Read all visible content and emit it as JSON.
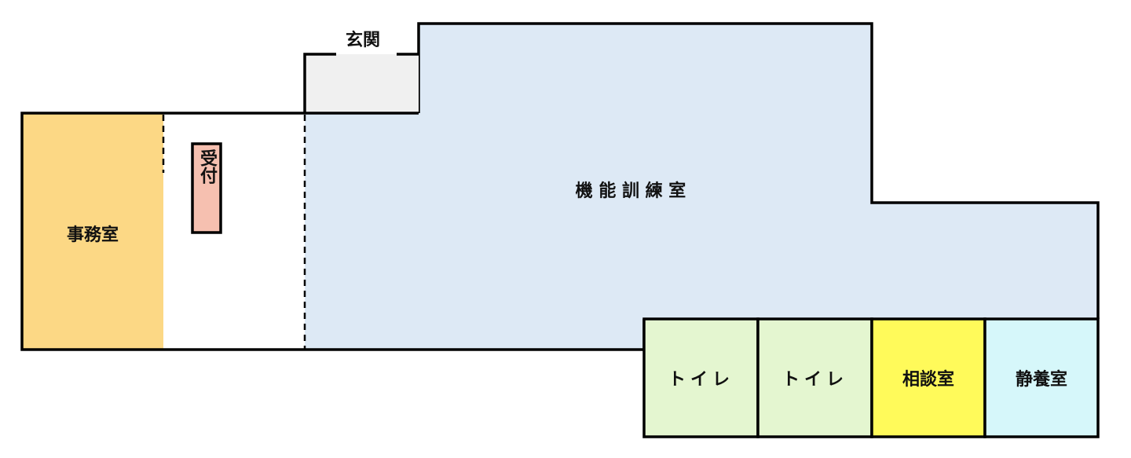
{
  "rooms": {
    "entrance": "玄関",
    "office": "事務室",
    "reception": "受付",
    "training": "機 能 訓 練 室",
    "toilet1": "トイレ",
    "toilet2": "トイレ",
    "consultation": "相談室",
    "rest": "静養室"
  },
  "colors": {
    "office": "#fcd885",
    "entrance": "#f0f0f0",
    "training": "#dde9f5",
    "reception": "#f6c0b0",
    "toilet": "#e4f6d0",
    "consultation": "#fffa5a",
    "rest": "#d6f7fa"
  }
}
